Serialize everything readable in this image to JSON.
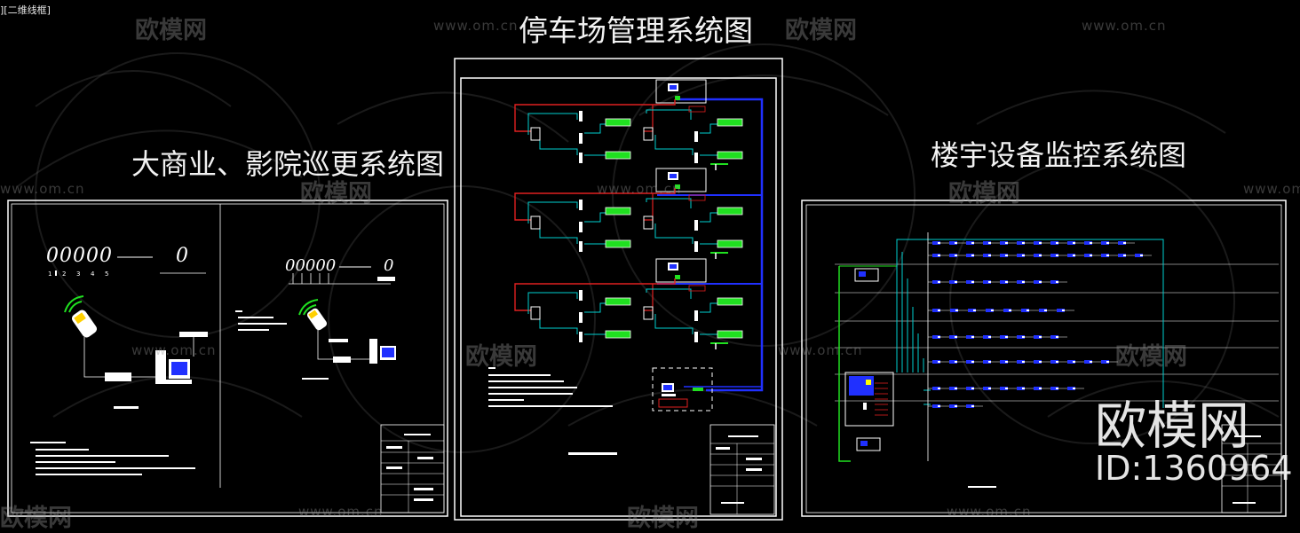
{
  "viewport_label": "][二维线框]",
  "titles": {
    "left": "大商业、影院巡更系统图",
    "center": "停车场管理系统图",
    "right": "楼宇设备监控系统图"
  },
  "watermark": {
    "brand": "欧模网",
    "url": "www.om.cn",
    "id_text": "ID:1360964"
  },
  "left_sheet": {
    "digits_a": "00000",
    "digits_a_end": "0",
    "digits_b": "00000",
    "digits_b_end": "0",
    "nums": [
      "1",
      "2",
      "3",
      "4",
      "5"
    ]
  },
  "colors": {
    "background": "#000000",
    "frame": "#ffffff",
    "cyan": "#00d0d0",
    "red": "#e02020",
    "blue": "#2030ff",
    "green": "#20e020",
    "yellow": "#ffff00"
  }
}
